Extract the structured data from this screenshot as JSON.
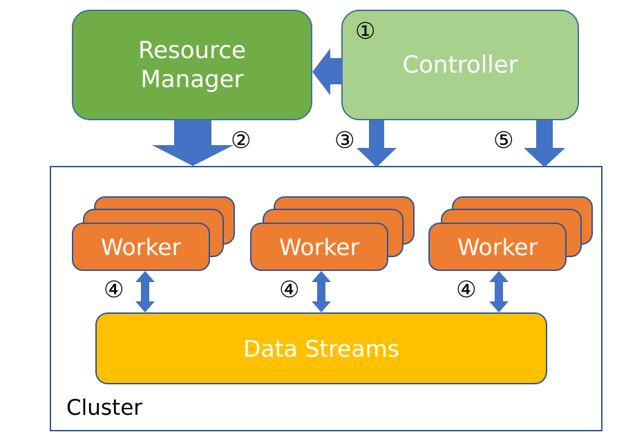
{
  "resource_manager": {
    "label_line1": "Resource",
    "label_line2": "Manager"
  },
  "controller": {
    "label": "Controller"
  },
  "cluster": {
    "label": "Cluster"
  },
  "workers": [
    {
      "label": "Worker"
    },
    {
      "label": "Worker"
    },
    {
      "label": "Worker"
    }
  ],
  "data_streams": {
    "label": "Data Streams"
  },
  "steps": {
    "s1": "①",
    "s2": "②",
    "s3": "③",
    "s4a": "④",
    "s4b": "④",
    "s4c": "④",
    "s5": "⑤"
  },
  "colors": {
    "resource_manager": "#70ad47",
    "controller": "#a9d18e",
    "worker": "#ed7d31",
    "data_streams": "#ffc000",
    "arrow": "#4472c4",
    "outline": "#2f5597"
  }
}
